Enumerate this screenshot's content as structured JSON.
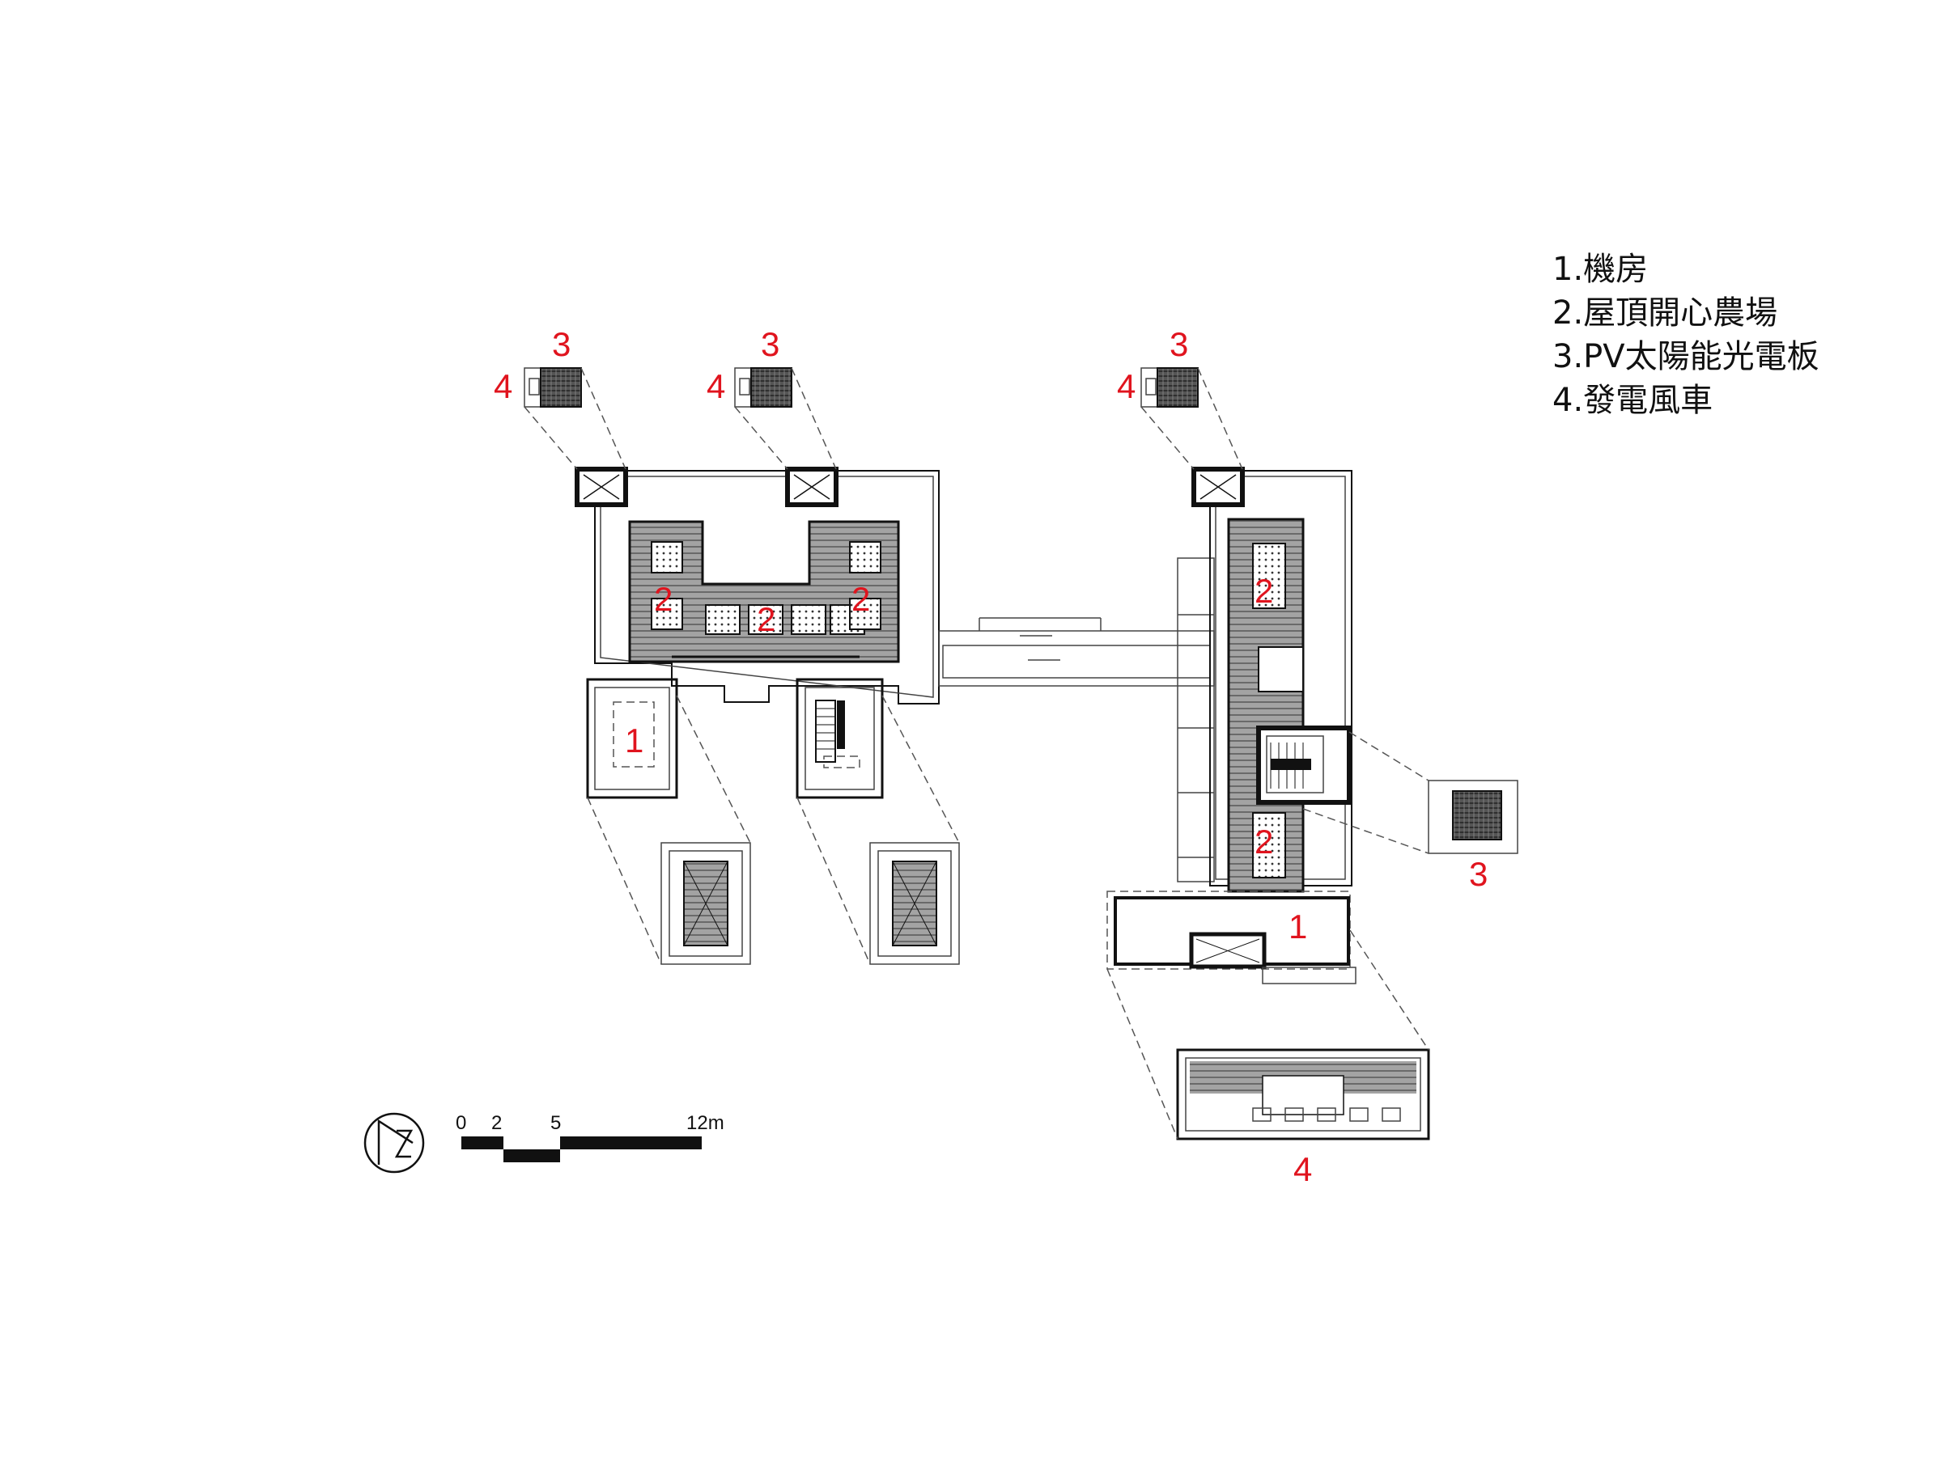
{
  "legend": {
    "items": [
      {
        "number": "1",
        "text": "1.機房"
      },
      {
        "number": "2",
        "text": "2.屋頂開心農場"
      },
      {
        "number": "3",
        "text": "3.PV太陽能光電板"
      },
      {
        "number": "4",
        "text": "4.發電風車"
      }
    ]
  },
  "labels": {
    "machine_room": "1",
    "farm": "2",
    "pv": "3",
    "wind": "4"
  },
  "scale_bar": {
    "ticks": [
      "0",
      "2",
      "5",
      "12m"
    ]
  },
  "colors": {
    "label_red": "#e0141e",
    "line": "#111111",
    "hatch_fill": "#9a9a9a"
  },
  "icons": {
    "north_arrow": "north-arrow-icon"
  }
}
